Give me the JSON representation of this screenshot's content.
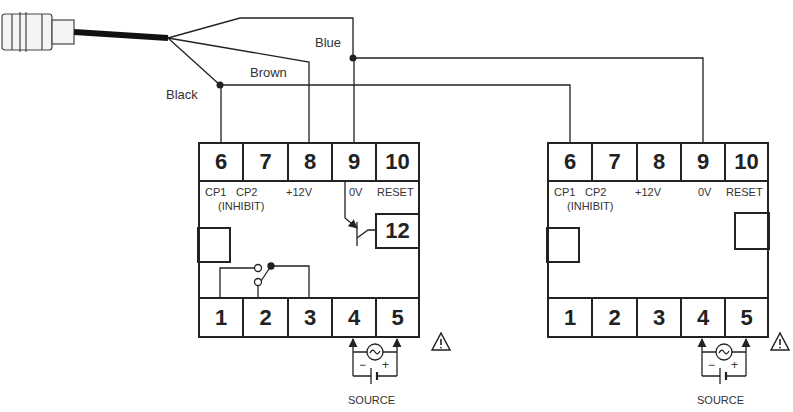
{
  "diagram": {
    "nodes": [
      {
        "text": [
          "CP1",
          "CP2",
          "(INHIBIT)",
          "+12V",
          "0V",
          "RESET"
        ]
      },
      {
        "text": [
          "6"
        ],
        "in": 0
      },
      {
        "text": [
          "7"
        ],
        "in": 0
      },
      {
        "text": [
          "8"
        ],
        "in": 0
      },
      {
        "text": [
          "9"
        ],
        "in": 0
      },
      {
        "text": [
          "10"
        ],
        "in": 0
      },
      {
        "text": [
          "12"
        ],
        "in": 0
      },
      {
        "text": [
          "1"
        ],
        "in": 0
      },
      {
        "text": [
          "2"
        ],
        "in": 0
      },
      {
        "text": [
          "3"
        ],
        "in": 0
      },
      {
        "text": [
          "4"
        ],
        "in": 0
      },
      {
        "text": [
          "5"
        ],
        "in": 0
      },
      {
        "text": [
          "CP1",
          "CP2",
          "(INHIBIT)",
          "+12V",
          "0V",
          "RESET"
        ]
      },
      {
        "text": [
          "6"
        ],
        "in": 12
      },
      {
        "text": [
          "7"
        ],
        "in": 12
      },
      {
        "text": [
          "8"
        ],
        "in": 12
      },
      {
        "text": [
          "9"
        ],
        "in": 12
      },
      {
        "text": [
          "10"
        ],
        "in": 12
      },
      {
        "text": [
          "1"
        ],
        "in": 12
      },
      {
        "text": [
          "2"
        ],
        "in": 12
      },
      {
        "text": [
          "3"
        ],
        "in": 12
      },
      {
        "text": [
          "4"
        ],
        "in": 12
      },
      {
        "text": [
          "5"
        ],
        "in": 12
      }
    ],
    "edges": [
      {
        "from": 1,
        "to": 13,
        "arrow": "none"
      },
      {
        "from": 4,
        "to": 16,
        "arrow": "none"
      }
    ],
    "labels": [
      "Black",
      "Brown",
      "Blue",
      "SOURCE",
      "SOURCE",
      "−",
      "+",
      "−",
      "+"
    ]
  }
}
